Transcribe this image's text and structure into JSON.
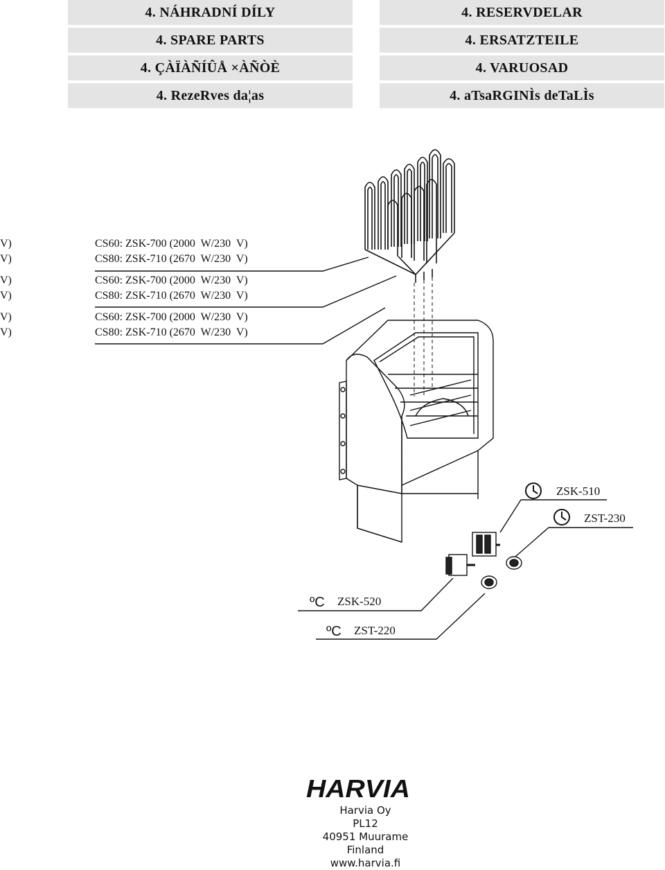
{
  "header": {
    "left": [
      "4. NÁHRADNÍ DÍLY",
      "4. SPARE PARTS",
      "4. ÇÀÏÀÑÍÛÅ ×ÀÑÒÈ",
      "4. RezeRves da¦as"
    ],
    "right": [
      "4. RESERVDELAR",
      "4. ERSATZTEILE",
      "4. VARUOSAD",
      "4. aTsaRGINÌs deTaLÌs"
    ]
  },
  "cut_fragments": [
    "V)",
    "V)",
    "V)",
    "V)",
    "V)",
    "V)"
  ],
  "parts": [
    {
      "line1": "CS60: ZSK-700 (2000  W/230  V)",
      "line2": "CS80: ZSK-710 (2670  W/230  V)"
    },
    {
      "line1": "CS60: ZSK-700 (2000  W/230  V)",
      "line2": "CS80: ZSK-710 (2670  W/230  V)"
    },
    {
      "line1": "CS60: ZSK-700 (2000  W/230  V)",
      "line2": "CS80: ZSK-710 (2670  W/230  V)"
    }
  ],
  "controls": {
    "timer_part": "ZSK-510",
    "timer_shaft": "ZST-230",
    "thermostat_part": "ZSK-520",
    "thermostat_shaft": "ZST-220",
    "temp_unit": "ºC"
  },
  "icons": [
    "clock-icon",
    "clock-icon"
  ],
  "footer": {
    "logo_text": "HARVIA",
    "company": "Harvia Oy",
    "po_box": "PL12",
    "postal": "40951 Muurame",
    "country": "Finland",
    "website": "www.harvia.fi"
  }
}
